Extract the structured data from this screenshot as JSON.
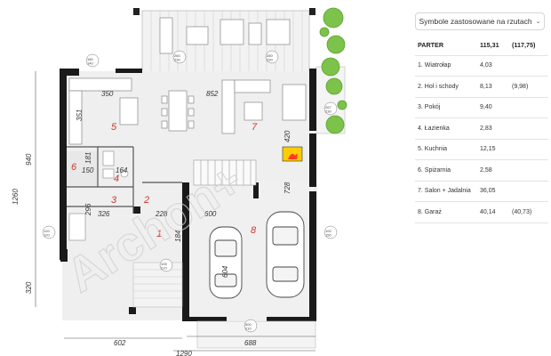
{
  "plan": {
    "rooms": [
      "1",
      "2",
      "3",
      "4",
      "5",
      "6",
      "7",
      "8"
    ],
    "dimensions": {
      "d350": "350",
      "d852": "852",
      "d351": "351",
      "d420": "420",
      "d181": "181",
      "d150": "150",
      "d164": "164",
      "d728": "728",
      "d296": "296",
      "d326": "326",
      "d228": "228",
      "d600": "600",
      "d184": "184",
      "d604": "604",
      "d940": "940",
      "d1260": "1260",
      "d320": "320",
      "d602": "602",
      "d688": "688",
      "d1290": "1290"
    },
    "windows": {
      "w1": "180\n140",
      "w2": "260\n230",
      "w3": "260\n230",
      "w4": "267\n230",
      "w5": "120\n120",
      "w6": "100\n150",
      "w7": "105\n210",
      "w8": "500\n210"
    },
    "watermark": "Archon+"
  },
  "panel": {
    "symbols_button": "Symbole zastosowane na rzutach",
    "header": {
      "name": "PARTER",
      "area": "115,31",
      "alt": "(117,75)"
    },
    "rows": [
      {
        "name": "1. Wiatrołap",
        "area": "4,03",
        "alt": ""
      },
      {
        "name": "2. Hol i schody",
        "area": "8,13",
        "alt": "(9,98)"
      },
      {
        "name": "3. Pokój",
        "area": "9,40",
        "alt": ""
      },
      {
        "name": "4. Łazienka",
        "area": "2,83",
        "alt": ""
      },
      {
        "name": "5. Kuchnia",
        "area": "12,15",
        "alt": ""
      },
      {
        "name": "6. Spiżarnia",
        "area": "2,58",
        "alt": ""
      },
      {
        "name": "7. Salon + Jadalnia",
        "area": "36,05",
        "alt": ""
      },
      {
        "name": "8. Garaż",
        "area": "40,14",
        "alt": "(40,73)"
      }
    ]
  }
}
